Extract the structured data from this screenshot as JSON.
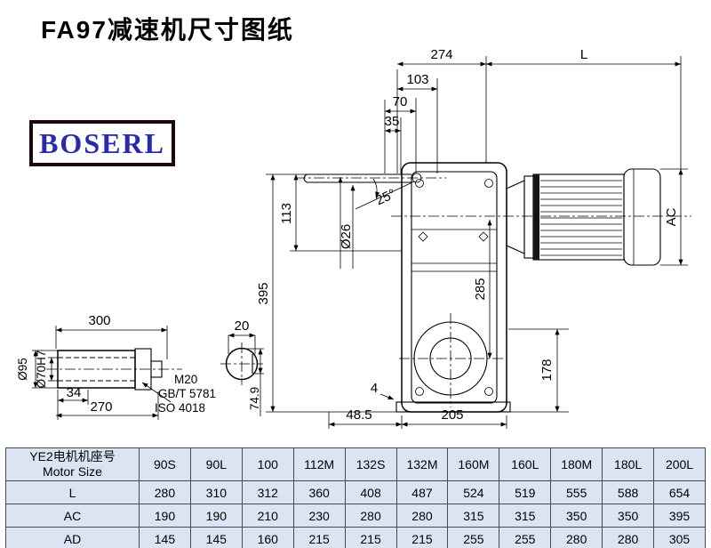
{
  "page": {
    "title": "FA97减速机尺寸图纸",
    "logo": "BOSERL"
  },
  "drawing": {
    "dims": {
      "d274": "274",
      "dL": "L",
      "d103": "103",
      "d70": "70",
      "d35": "35",
      "angle25": "25°",
      "dia26": "Ø26",
      "d395": "395",
      "d113": "113",
      "d285": "285",
      "dAC": "AC",
      "d178": "178",
      "d4": "4",
      "d48_5": "48.5",
      "d205": "205"
    },
    "shaft": {
      "d300": "300",
      "d20": "20",
      "dia95": "Ø95",
      "dia70h7": "Ø70H7",
      "d34": "34",
      "d270": "270",
      "m20": "M20",
      "gb": "GB/T 5781",
      "iso": "ISO 4018",
      "d74_9": "74.9"
    }
  },
  "table": {
    "header": {
      "label_cn": "YE2电机机座号",
      "label_en": "Motor Size",
      "sizes": [
        "90S",
        "90L",
        "100",
        "112M",
        "132S",
        "132M",
        "160M",
        "160L",
        "180M",
        "180L",
        "200L"
      ]
    },
    "rows": [
      {
        "label": "L",
        "values": [
          "280",
          "310",
          "312",
          "360",
          "408",
          "487",
          "524",
          "519",
          "555",
          "588",
          "654"
        ]
      },
      {
        "label": "AC",
        "values": [
          "190",
          "190",
          "210",
          "230",
          "280",
          "280",
          "315",
          "315",
          "350",
          "350",
          "395"
        ]
      },
      {
        "label": "AD",
        "values": [
          "145",
          "145",
          "160",
          "215",
          "215",
          "215",
          "255",
          "255",
          "280",
          "280",
          "305"
        ]
      }
    ]
  }
}
